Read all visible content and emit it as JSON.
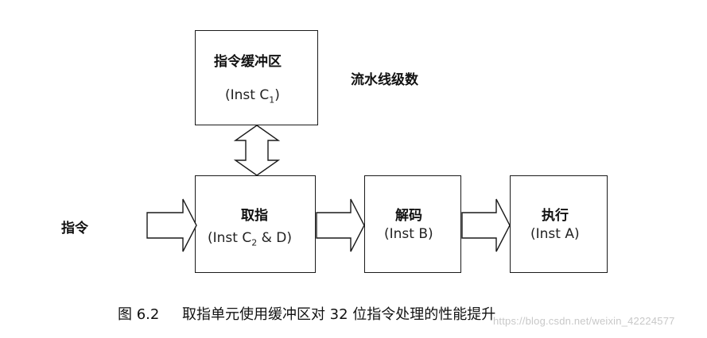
{
  "buffer": {
    "title": "指令缓冲区",
    "inst": "(Inst C",
    "sub": "1",
    "close": ")"
  },
  "pipeline_label": "流水线级数",
  "input_label": "指令",
  "fetch": {
    "title": "取指",
    "inst": "(Inst C",
    "sub": "2",
    "rest": " & D)"
  },
  "decode": {
    "title": "解码",
    "inst": "(Inst B)"
  },
  "execute": {
    "title": "执行",
    "inst": "(Inst A)"
  },
  "caption": "图 6.2     取指单元使用缓冲区对 32 位指令处理的性能提升",
  "watermark": "https://blog.csdn.net/weixin_42224577"
}
